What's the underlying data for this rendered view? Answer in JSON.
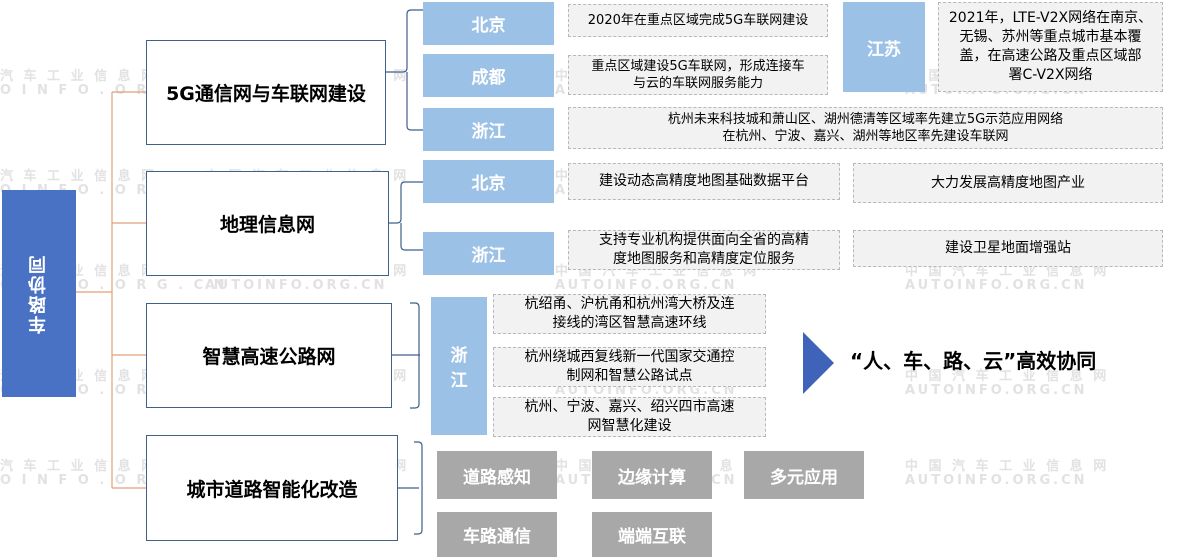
{
  "watermark": {
    "cn": "中 国 汽 车 工 业 信 息 网",
    "en": "AUTOINFO.ORG.CN",
    "cn_partial": "汽 车 工 业 信 息 网",
    "en_partial": "O I N F O . O R G . C N"
  },
  "root": "车路协同",
  "categories": [
    "5G通信网与车联网建设",
    "地理信息网",
    "智慧高速公路网",
    "城市道路智能化改造"
  ],
  "network": {
    "beijing": "北京",
    "beijing_note": "2020年在重点区域完成5G车联网建设",
    "chengdu": "成都",
    "chengdu_note_1": "重点区域建设5G车联网，形成连接车",
    "chengdu_note_2": "与云的车联网服务能力",
    "zhejiang": "浙江",
    "zhejiang_note_1": "杭州未来科技城和萧山区、湖州德清等区域率先建立5G示范应用网络",
    "zhejiang_note_2": "在杭州、宁波、嘉兴、湖州等地区率先建设车联网",
    "jiangsu": "江苏",
    "jiangsu_note_1": "2021年，LTE-V2X网络在南京、",
    "jiangsu_note_2": "无锡、苏州等重点城市基本覆",
    "jiangsu_note_3": "盖，在高速公路及重点区域部",
    "jiangsu_note_4": "署C-V2X网络"
  },
  "geo": {
    "beijing": "北京",
    "beijing_note_1": "建设动态高精度地图基础数据平台",
    "beijing_note_2": "大力发展高精度地图产业",
    "zhejiang": "浙江",
    "zhejiang_note_1a": "支持专业机构提供面向全省的高精",
    "zhejiang_note_1b": "度地图服务和高精度定位服务",
    "zhejiang_note_2": "建设卫星地面增强站"
  },
  "highway": {
    "zhejiang_1": "浙",
    "zhejiang_2": "江",
    "note_1a": "杭绍甬、沪杭甬和杭州湾大桥及连",
    "note_1b": "接线的湾区智慧高速环线",
    "note_2a": "杭州绕城西复线新一代国家交通控",
    "note_2b": "制网和智慧公路试点",
    "note_3a": "杭州、宁波、嘉兴、绍兴四市高速",
    "note_3b": "网智慧化建设"
  },
  "slogan": "“人、车、路、云”高效协同",
  "urban": [
    "道路感知",
    "边缘计算",
    "多元应用",
    "车路通信",
    "端端互联"
  ],
  "colors": {
    "root": "#4a72c4",
    "city": "#9cc1e6",
    "note_bg": "#f2f2f2",
    "gray": "#a8a8a8",
    "arrow": "#3f63b8",
    "line_orange": "#e0a07a",
    "line_blue": "#3f5f8c"
  }
}
